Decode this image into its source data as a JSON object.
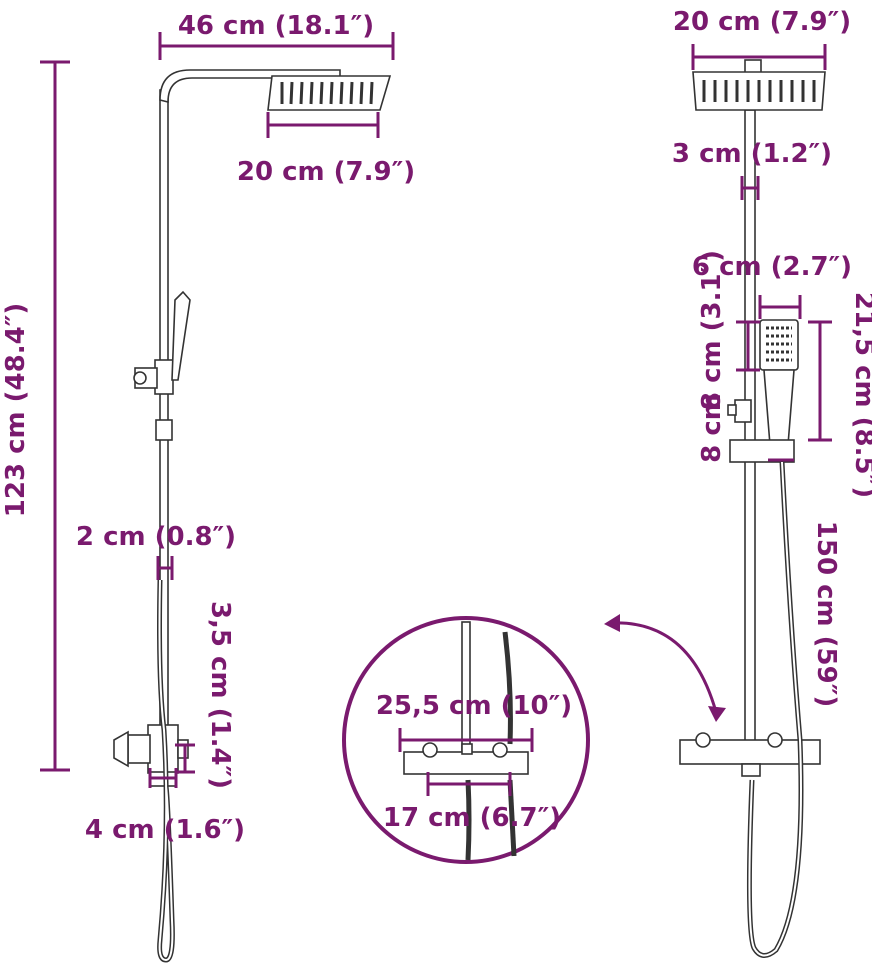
{
  "colors": {
    "dimension": "#7a1a6e",
    "outline": "#333333"
  },
  "left_view": {
    "top_width": "46 cm (18.1″)",
    "head_width": "20 cm (7.9″)",
    "total_height": "123 cm (48.4″)",
    "pipe_diameter": "2 cm (0.8″)",
    "outlet_length": "3,5 cm (1.4″)",
    "outlet_width": "4 cm (1.6″)"
  },
  "right_view": {
    "head_width": "20 cm (7.9″)",
    "arm_gap": "3 cm (1.2″)",
    "handheld_width": "6 cm (2.7″)",
    "handheld_top": "8 cm (3.1″)",
    "handheld_length": "21,5 cm (8.5″)",
    "holder_height": "8 cm",
    "hose_length": "150 cm (59″)"
  },
  "detail_view": {
    "mixer_width": "25,5 cm (10″)",
    "inlet_spacing": "17 cm (6.7″)"
  }
}
